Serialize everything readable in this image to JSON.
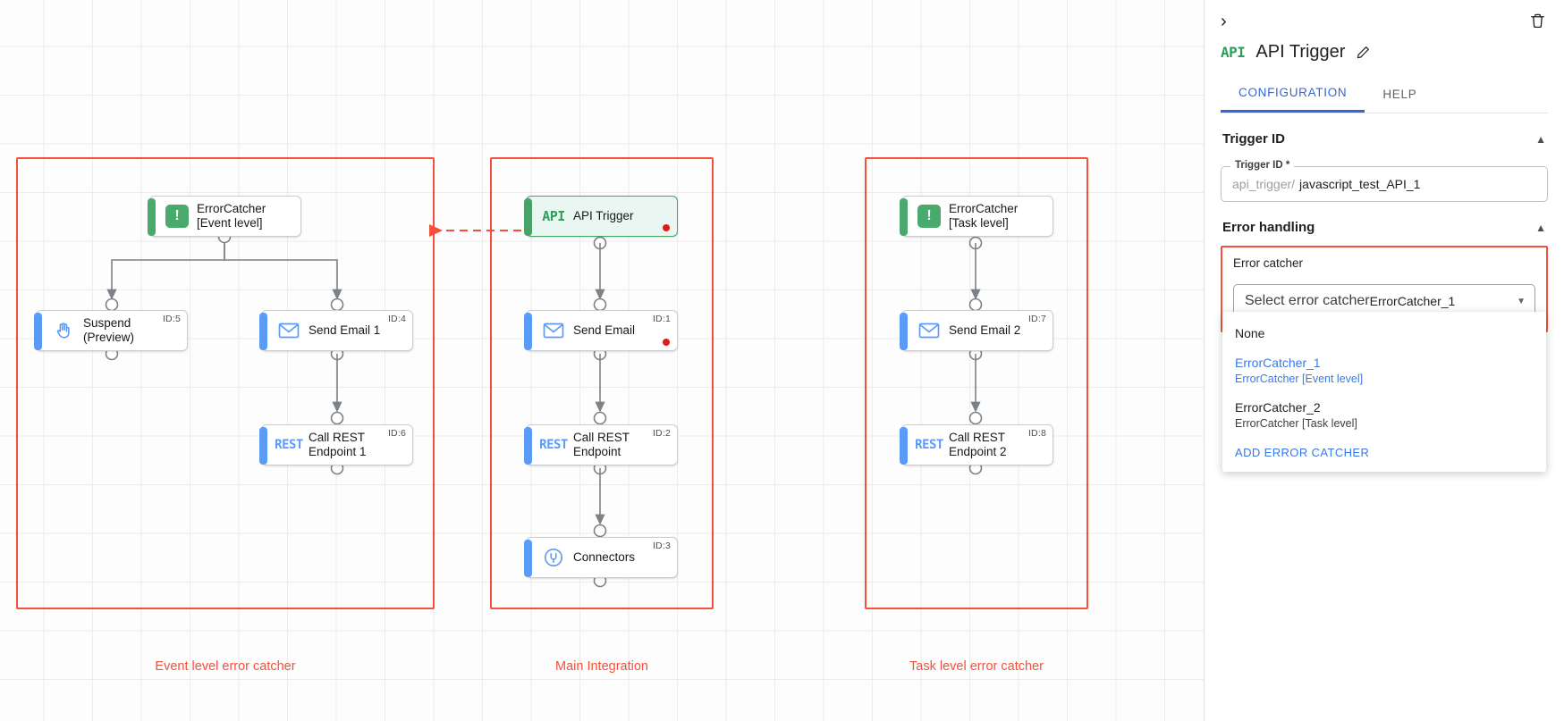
{
  "canvas": {
    "groups": [
      {
        "id": "event-level",
        "caption": "Event level error catcher"
      },
      {
        "id": "main-integration",
        "caption": "Main Integration"
      },
      {
        "id": "task-level",
        "caption": "Task level error catcher"
      }
    ],
    "nodes": [
      {
        "key": "errorcatcher_event",
        "label": "ErrorCatcher\n[Event level]",
        "icon": "exclamation-icon",
        "id_tag": "",
        "error": false,
        "kind": "catcher"
      },
      {
        "key": "suspend",
        "label": "Suspend\n(Preview)",
        "icon": "hand-icon",
        "id_tag": "ID:5",
        "error": false,
        "kind": "task"
      },
      {
        "key": "send_email_1",
        "label": "Send Email 1",
        "icon": "envelope-icon",
        "id_tag": "ID:4",
        "error": false,
        "kind": "task"
      },
      {
        "key": "call_rest_1",
        "label": "Call REST\nEndpoint 1",
        "icon": "rest-icon",
        "id_tag": "ID:6",
        "error": false,
        "kind": "task"
      },
      {
        "key": "api_trigger",
        "label": "API Trigger",
        "icon": "api-icon",
        "id_tag": "",
        "error": true,
        "kind": "trigger"
      },
      {
        "key": "send_email",
        "label": "Send Email",
        "icon": "envelope-icon",
        "id_tag": "ID:1",
        "error": true,
        "kind": "task"
      },
      {
        "key": "call_rest",
        "label": "Call REST\nEndpoint",
        "icon": "rest-icon",
        "id_tag": "ID:2",
        "error": false,
        "kind": "task"
      },
      {
        "key": "connectors",
        "label": "Connectors",
        "icon": "connectors-icon",
        "id_tag": "ID:3",
        "error": false,
        "kind": "task"
      },
      {
        "key": "errorcatcher_task",
        "label": "ErrorCatcher\n[Task level]",
        "icon": "exclamation-icon",
        "id_tag": "",
        "error": false,
        "kind": "catcher"
      },
      {
        "key": "send_email_2",
        "label": "Send Email 2",
        "icon": "envelope-icon",
        "id_tag": "ID:7",
        "error": false,
        "kind": "task"
      },
      {
        "key": "call_rest_2",
        "label": "Call REST\nEndpoint 2",
        "icon": "rest-icon",
        "id_tag": "ID:8",
        "error": false,
        "kind": "task"
      }
    ],
    "accent_red": "#f4503c",
    "accent_blue": "#5b9bf8",
    "accent_green": "#4aa96c"
  },
  "panel": {
    "collapse_glyph": "›",
    "title": "API Trigger",
    "title_badge": "API",
    "tabs": [
      {
        "key": "configuration",
        "label": "CONFIGURATION",
        "active": true
      },
      {
        "key": "help",
        "label": "HELP",
        "active": false
      }
    ],
    "sections": {
      "trigger_id": {
        "heading": "Trigger ID",
        "field_label": "Trigger ID *",
        "prefix": "api_trigger/",
        "value": "javascript_test_API_1"
      },
      "error_handling": {
        "heading": "Error handling",
        "error_catcher_title": "Error catcher",
        "select_label": "Select error catcher",
        "selected_value": "ErrorCatcher_1",
        "options": [
          {
            "primary": "None",
            "secondary": "",
            "selected": false
          },
          {
            "primary": "ErrorCatcher_1",
            "secondary": "ErrorCatcher [Event level]",
            "selected": true
          },
          {
            "primary": "ErrorCatcher_2",
            "secondary": "ErrorCatcher [Task level]",
            "selected": false
          }
        ],
        "add_action": "ADD ERROR CATCHER"
      }
    }
  }
}
